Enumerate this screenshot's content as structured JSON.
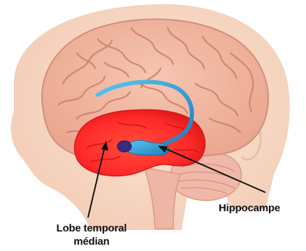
{
  "diagram": {
    "labels": {
      "hippocampus": "Hippocampe",
      "temporal_lobe_line1": "Lobe temporal",
      "temporal_lobe_line2": "médian"
    },
    "colors": {
      "head_skin": "#f8dcc8",
      "brain": "#f0b49e",
      "brain_folds": "#d98f7c",
      "temporal_lobe": "#ff2a2a",
      "hippocampus": "#2aa0d8",
      "amygdala": "#3a2a80",
      "cerebellum": "#efb8a8",
      "arrows": "#111111"
    }
  }
}
